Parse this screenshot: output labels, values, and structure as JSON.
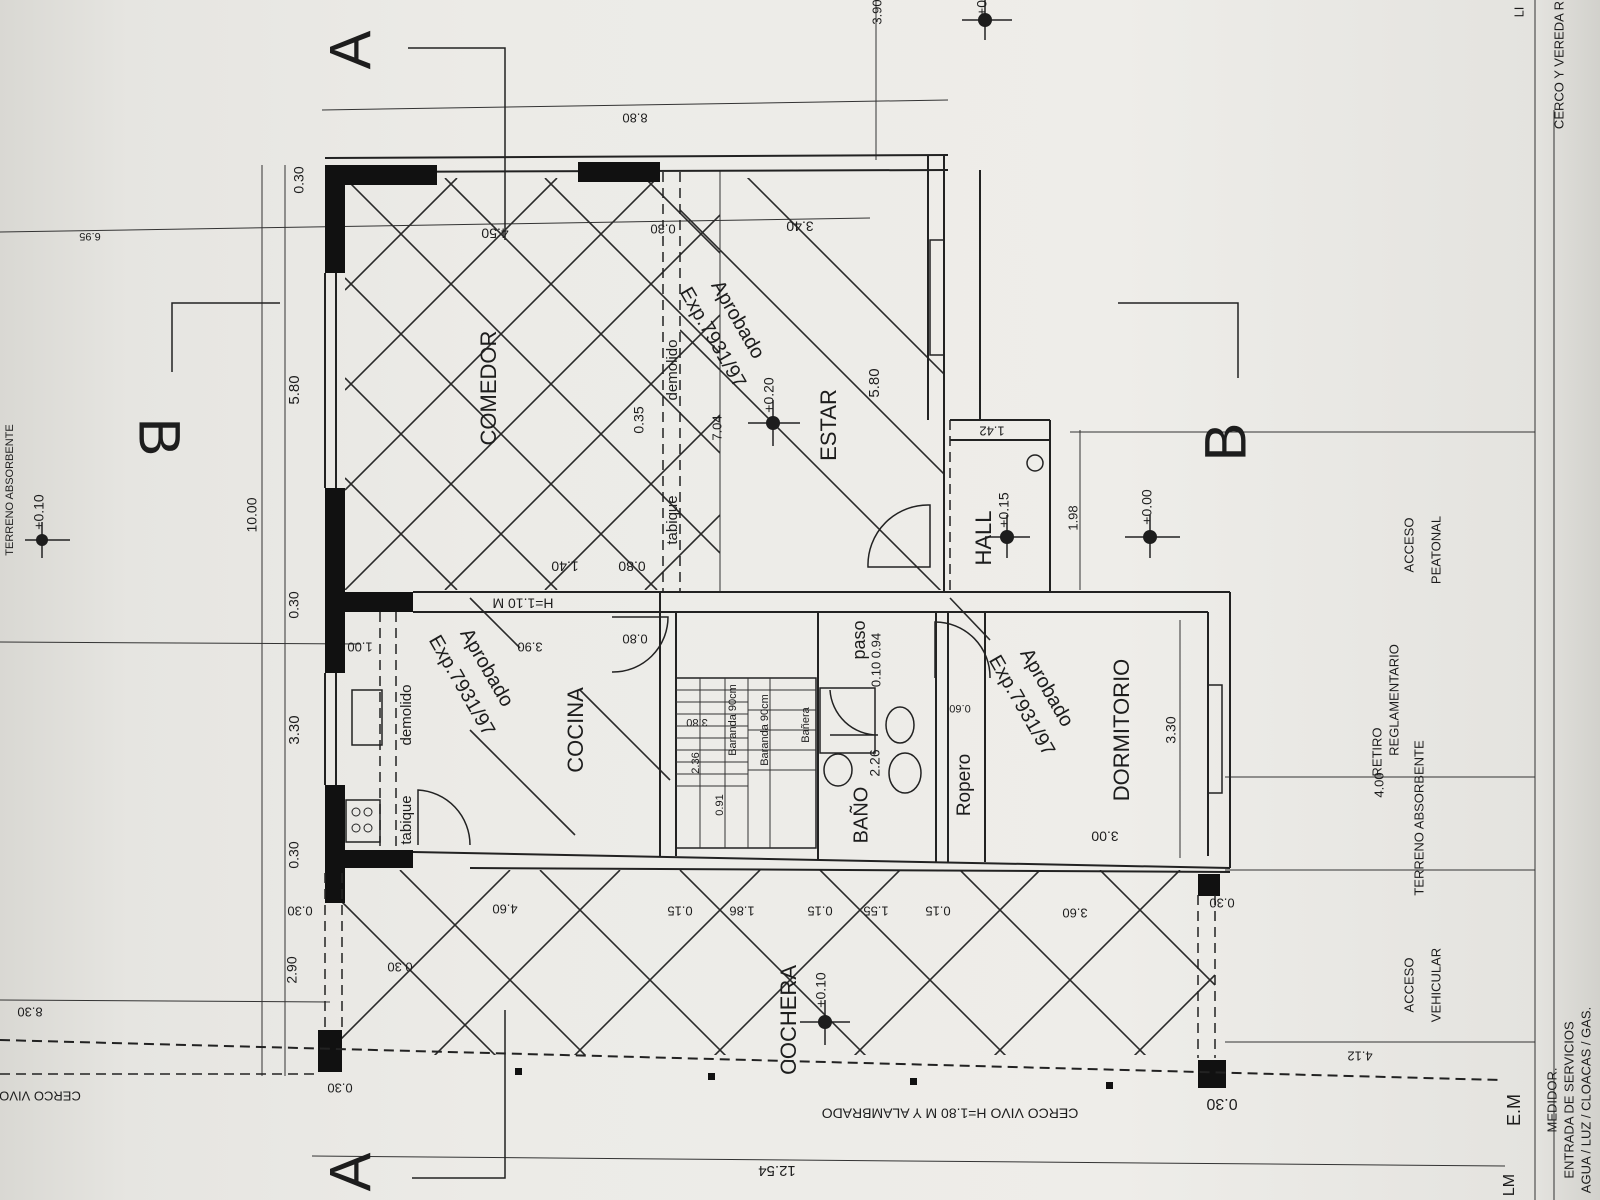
{
  "sections": {
    "a_top": "A",
    "a_bottom": "A",
    "b_left": "B",
    "b_right": "B"
  },
  "rooms": {
    "comedor": "COMEDOR",
    "estar": "ESTAR",
    "cocina": "COCINA",
    "hall": "HALL",
    "dormitorio": "DORMITORIO",
    "bano": "BAÑO",
    "ropero": "Ropero",
    "paso": "paso",
    "cochera": "COCHERA"
  },
  "levels": {
    "terreno": "+0.10",
    "estar": "+0.20",
    "hall": "+0.15",
    "acceso": "+0.00",
    "cochera": "+0.10",
    "top_right": "+0"
  },
  "stamps": {
    "line1": "Aprobado",
    "line2": "Exp.7931/97"
  },
  "notes": {
    "tabique": "tabique",
    "demolido": "demolido",
    "baranda1": "Baranda 90cm",
    "baranda2": "Baranda 90cm",
    "banera": "Bañera",
    "h110": "H=1.10 M",
    "terreno_absorbente": "TERRENO ABSORBENTE",
    "retiro": "RETIRO",
    "reglamentario": "REGLAMENTARIO",
    "terreno_abs2": "TERRENO ABSORBENTE",
    "acceso_peatonal_1": "ACCESO",
    "acceso_peatonal_2": "PEATONAL",
    "acceso_vehicular_1": "ACCESO",
    "acceso_vehicular_2": "VEHICULAR",
    "medidor": "MEDIDOR.",
    "servicios": "ENTRADA DE SERVICIOS",
    "servicios2": "AGUA / LUZ / CLOACAS / GAS.",
    "cerco_vivo": "CERCO VIVO H=1.80 M Y ALAMBRADO",
    "cerco_vivo_left": "CERCO VIVO",
    "cerco_vereda": "CERCO Y VEREDA R",
    "em": "E.M",
    "lm": "LM",
    "li": "LI"
  },
  "dims": {
    "d880": "8.80",
    "d695": "6.95",
    "d450": "4.50",
    "d030a": "0.30",
    "d340": "3.40",
    "d030top": "0.30",
    "d580left": "5.80",
    "d1000": "10.00",
    "d030mid": "0.30",
    "d330left": "3.30",
    "d030low": "0.30",
    "d290": "2.90",
    "d035": "0.35",
    "d704": "7.04",
    "d580estar": "5.80",
    "d142": "1.42",
    "d198": "1.98",
    "d140": "1.40",
    "d080": "0.80",
    "d100": "1.00",
    "d390": "3.90",
    "d080b": "0.80",
    "d094": "0.10 0.94",
    "d060": "0.60",
    "d330dorm": "3.30",
    "d236": "2.36",
    "d380": "3.80",
    "d226": "2.26",
    "d091": "0.91",
    "d300": "3.00",
    "d460": "4.60",
    "d015a": "0.15",
    "d186": "1.86",
    "d015b": "0.15",
    "d155": "1.55",
    "d015c": "0.15",
    "d360": "3.60",
    "d030r": "0.30",
    "d030r2": "0.30",
    "d030c": "0.30",
    "d030bl": "0.30",
    "d030br": "0.30",
    "d1254": "12.54",
    "d830": "8.30",
    "d400": "4.00",
    "d412": "4.12",
    "d390top": "3.90"
  }
}
